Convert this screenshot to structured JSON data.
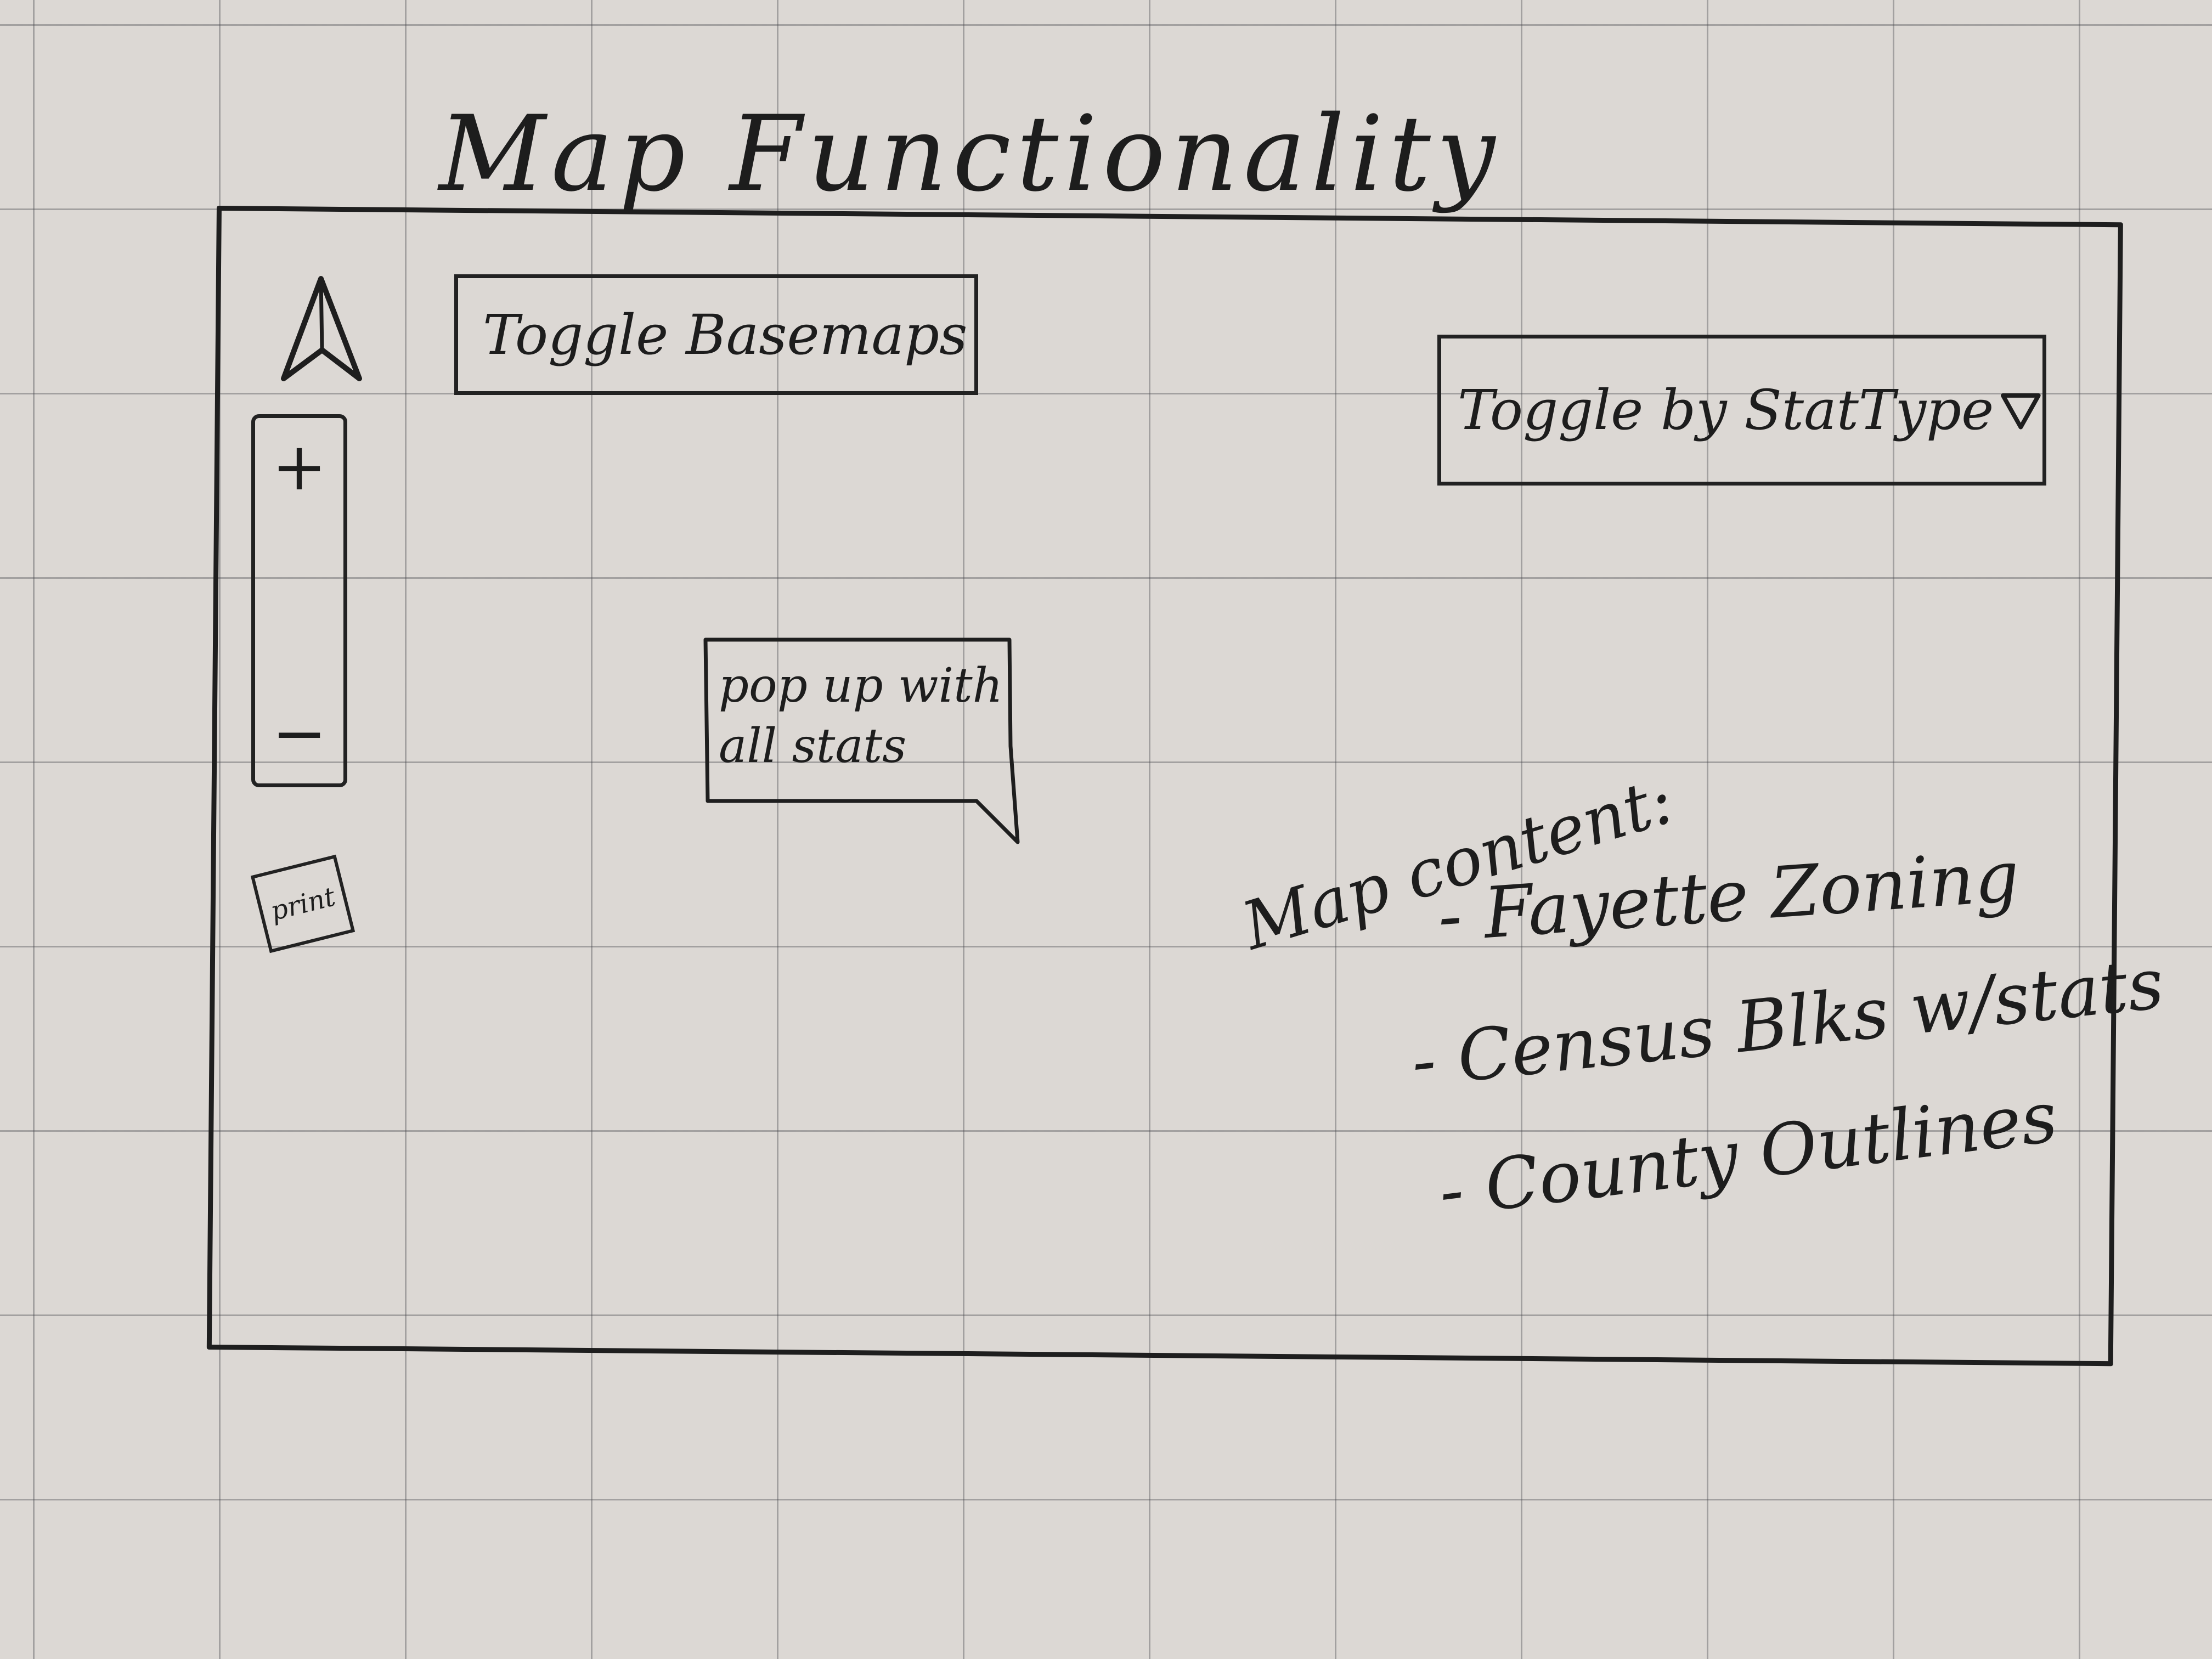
{
  "title": "Map Functionality",
  "toolbar": {
    "basemaps_label": "Toggle Basemaps",
    "stat_type_label": "Toggle by StatType"
  },
  "controls": {
    "zoom_in": "+",
    "zoom_out": "−",
    "print": "print"
  },
  "popup": {
    "text": "pop up with all stats"
  },
  "map_content": {
    "title": "Map content:",
    "items": [
      "- Fayette Zoning",
      "- Census Blks w/stats",
      "- County Outlines"
    ]
  },
  "icons": [
    "north-arrow-icon",
    "dropdown-triangle-icon"
  ]
}
